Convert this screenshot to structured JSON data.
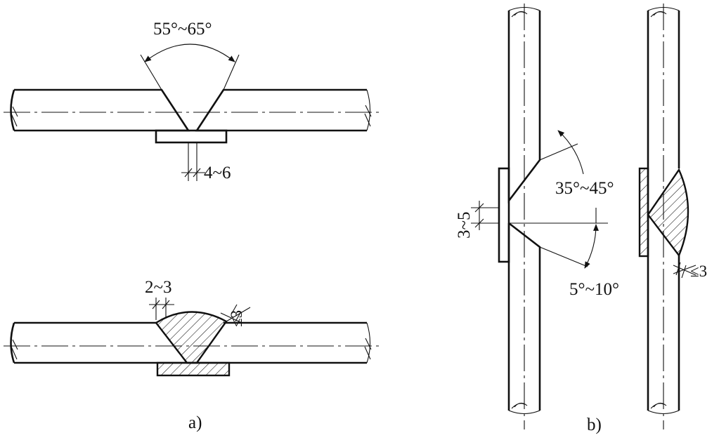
{
  "figure_a": {
    "caption": "a)",
    "groove_angle": "55°~65°",
    "root_gap": "4~6",
    "reinforcement_width": "2~3",
    "reinforcement_height": "≤3"
  },
  "figure_b": {
    "caption": "b)",
    "upper_bevel_angle": "35°~45°",
    "lower_bevel_angle": "5°~10°",
    "root_gap": "3~5",
    "reinforcement_height": "≤3"
  },
  "colors": {
    "line": "#111111",
    "background": "#ffffff"
  }
}
